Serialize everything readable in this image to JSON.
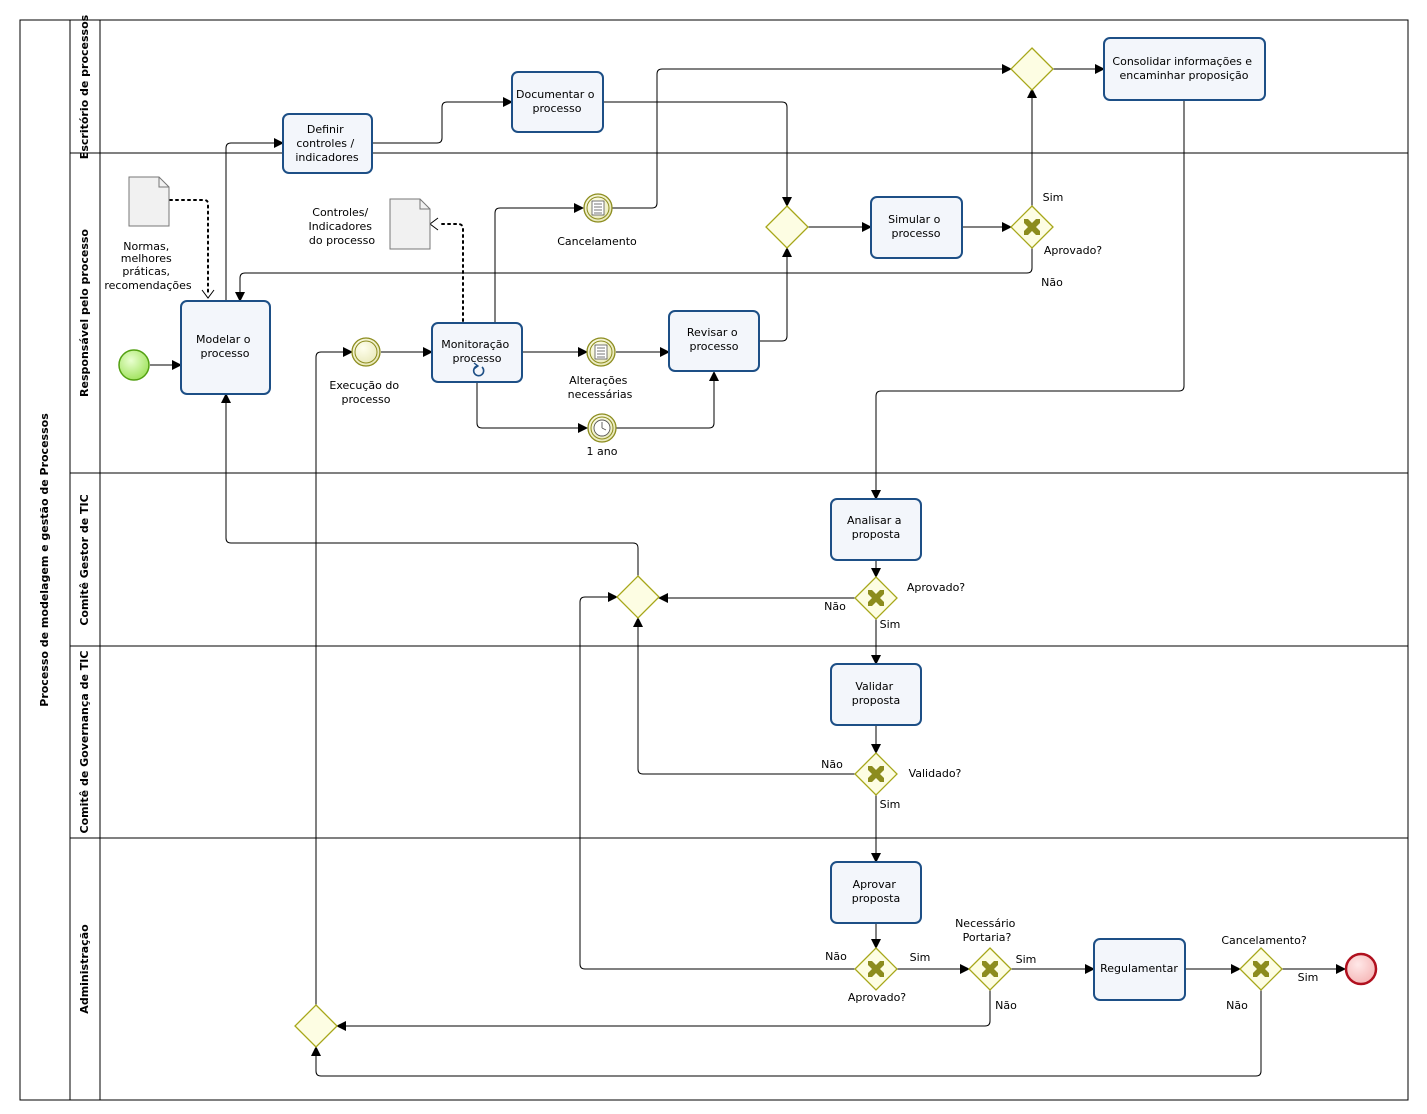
{
  "pool": {
    "title": "Processo de modelagem e gestão de Processos"
  },
  "lanes": {
    "escritorio": "Escritório de processos",
    "responsavel": "Responsável pelo processo",
    "comite_gestor": "Comitê Gestor de TIC",
    "comite_governanca": "Comitê de Governança de TIC",
    "administracao": "Administração"
  },
  "tasks": {
    "definir": [
      "Definir",
      "controles /",
      "indicadores"
    ],
    "documentar": [
      "Documentar o",
      "processo"
    ],
    "consolidar": [
      "Consolidar informações e",
      "encaminhar proposição"
    ],
    "modelar": [
      "Modelar o",
      "processo"
    ],
    "monitoracao": [
      "Monitoração",
      "processo"
    ],
    "revisar": [
      "Revisar o",
      "processo"
    ],
    "simular": [
      "Simular o",
      "processo"
    ],
    "analisar": [
      "Analisar a",
      "proposta"
    ],
    "validar": [
      "Validar",
      "proposta"
    ],
    "aprovar": [
      "Aprovar",
      "proposta"
    ],
    "regulamentar": [
      "Regulamentar"
    ]
  },
  "events": {
    "execucao": [
      "Execução do",
      "processo"
    ],
    "cancelamento": [
      "Cancelamento"
    ],
    "alteracoes": [
      "Alterações",
      "necessárias"
    ],
    "um_ano": [
      "1 ano"
    ]
  },
  "documents": {
    "normas": [
      "Normas,",
      "melhores",
      "práticas,",
      "recomendações"
    ],
    "controles": [
      "Controles/",
      "Indicadores",
      "do processo"
    ]
  },
  "gateway_labels": {
    "aprovado1": "Aprovado?",
    "aprovado2": "Aprovado?",
    "validado": "Validado?",
    "aprovado3": "Aprovado?",
    "portaria": [
      "Necessário",
      "Portaria?"
    ],
    "cancelamento": "Cancelamento?"
  },
  "flow_labels": {
    "sim": "Sim",
    "nao": "Não"
  },
  "colors": {
    "task_border": "#1d4f86",
    "task_fill": "#f3f6fb",
    "gateway_border": "#a7a71a",
    "gateway_fill": "#fdfde3",
    "start_event": "#7ed321",
    "end_event": "#b0101e"
  }
}
